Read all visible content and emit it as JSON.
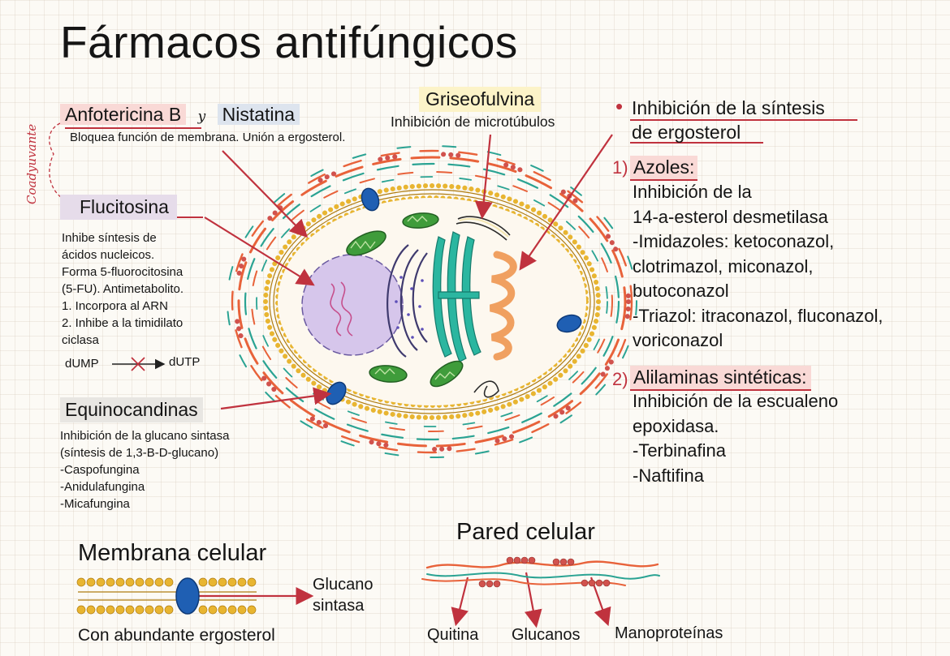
{
  "title": "Fármacos antifúngicos",
  "side_note": "Coadyuvante",
  "anfotericina": {
    "name": "Anfotericina B",
    "connector": "y",
    "name2": "Nistatina",
    "desc": "Bloquea función de membrana. Unión a ergosterol."
  },
  "griseofulvina": {
    "name": "Griseofulvina",
    "desc": "Inhibición de microtúbulos"
  },
  "flucitosina": {
    "name": "Flucitosina",
    "lines": [
      "Inhibe síntesis de",
      "ácidos nucleicos.",
      "Forma 5-fluorocitosina",
      "(5-FU). Antimetabolito.",
      "1. Incorpora al ARN",
      "2. Inhibe a la timidilato",
      "ciclasa"
    ],
    "from": "dUMP",
    "to": "dUTP"
  },
  "equinocandinas": {
    "name": "Equinocandinas",
    "lines": [
      "Inhibición de la glucano sintasa",
      "(síntesis de 1,3-B-D-glucano)",
      "-Caspofungina",
      "-Anidulafungina",
      "-Micafungina"
    ]
  },
  "ergosterol": {
    "bullet": "•",
    "heading_line1": "Inhibición de la síntesis",
    "heading_line2": "de ergosterol",
    "azoles": {
      "num": "1)",
      "name": "Azoles:",
      "lines": [
        "Inhibición de la",
        "14-a-esterol desmetilasa",
        "-Imidazoles: ketoconazol,",
        "clotrimazol, miconazol,",
        "butoconazol",
        "-Triazol: itraconazol, fluconazol,",
        "voriconazol"
      ]
    },
    "alilaminas": {
      "num": "2)",
      "name": "Alilaminas sintéticas:",
      "lines": [
        "Inhibición de la escualeno",
        "epoxidasa.",
        "-Terbinafina",
        "-Naftifina"
      ]
    }
  },
  "membrana": {
    "title": "Membrana celular",
    "label_line1": "Glucano",
    "label_line2": "sintasa",
    "caption": "Con abundante ergosterol"
  },
  "pared": {
    "title": "Pared celular",
    "quitina": "Quitina",
    "glucanos": "Glucanos",
    "manoproteinas": "Manoproteínas"
  },
  "colors": {
    "accent_red": "#c0323e",
    "membrane_head": "#e8b531",
    "membrane_edge": "#b07c10",
    "protein_blue": "#1f5fb3",
    "wall_orange": "#e8623a",
    "wall_teal": "#2aa393",
    "nucleus": "#d6c6eb",
    "mitochondria": "#3f9c3b",
    "er": "#3f3a6e",
    "golgi_teal": "#2bb6a0",
    "golgi_orange": "#f0a060"
  }
}
